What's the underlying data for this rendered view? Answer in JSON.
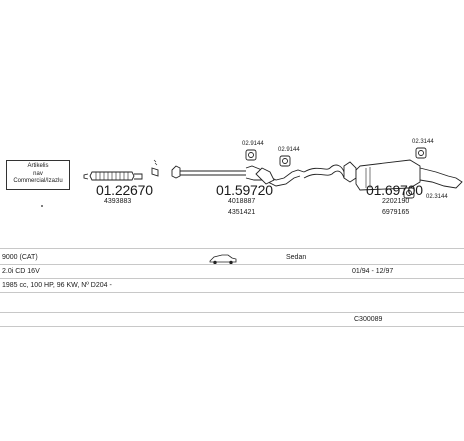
{
  "note": {
    "line1": "Artikelis",
    "line2": "nav",
    "line3": "Commercial/Izazlu"
  },
  "parts": [
    {
      "id": "01.22670",
      "refs": [
        "4393883"
      ]
    },
    {
      "id": "01.59720",
      "refs": [
        "4018887",
        "4351421"
      ]
    },
    {
      "id": "01.69700",
      "refs": [
        "2202190",
        "6979165"
      ]
    }
  ],
  "clamps": {
    "c1": "02.9144",
    "c2": "02.9144",
    "c3": "02.3144",
    "c4": "02.3144"
  },
  "specs": {
    "model": "9000 (CAT)",
    "body": "Sedan",
    "engine": "2.0i CD 16V",
    "years": "01/94 - 12/97",
    "details": "1985 cc, 100 HP, 96 KW, Nº D204 -",
    "code": "C300089"
  }
}
